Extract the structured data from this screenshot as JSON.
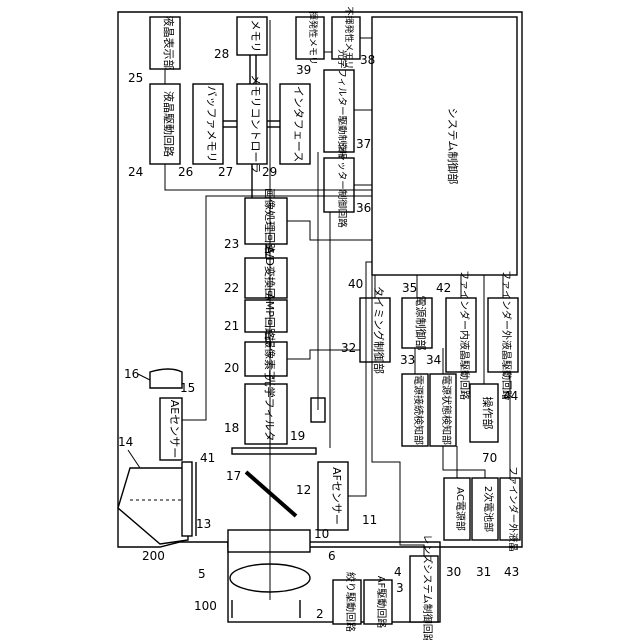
{
  "blocks": {
    "system_control": "システム制御部",
    "nonvolatile_memory": "不揮発性メモリ",
    "volatile_memory": "揮発性メモリ",
    "memory": "メモリ",
    "lcd_display": "液晶表示部",
    "lcd_drive": "液晶駆動回路",
    "buffer_memory": "バッファメモリ",
    "memory_controller": "メモリコントローラ",
    "interface": "インタフェース",
    "optical_filter_drive": "光学フィルター駆動制御回路",
    "shutter_control": "シャッター制御回路",
    "image_processing": "画像処理回路",
    "ad_converter": "A/D変換回路",
    "amp": "AMP回路",
    "image_sensor": "撮像素子",
    "optical_filter": "光学フィルター",
    "timing_control": "タイミング制御部",
    "power_control": "電源制御部",
    "power_state_detect": "電源状態検知部",
    "power_switch_detect": "電源接続検知部",
    "finder_inner_drive": "ファインダー内液晶駆動回路",
    "finder_outer_drive": "ファインダー外液晶駆動回路",
    "operation": "操作部",
    "ac_power": "AC電源部",
    "secondary_battery": "2次電池部",
    "finder_outer_lcd": "ファインダー外液晶",
    "ae_sensor": "AEセンサー",
    "af_sensor": "AFセンサー",
    "aperture_drive": "絞り駆動回路",
    "af_drive": "AF駆動回路",
    "lens_system_control": "レンズシステム制御回路"
  },
  "refs": {
    "r2": "2",
    "r3": "3",
    "r4": "4",
    "r5": "5",
    "r6": "6",
    "r10": "10",
    "r11": "11",
    "r12": "12",
    "r13": "13",
    "r14": "14",
    "r15": "15",
    "r16": "16",
    "r17": "17",
    "r18": "18",
    "r19": "19",
    "r20": "20",
    "r21": "21",
    "r22": "22",
    "r23": "23",
    "r24": "24",
    "r25": "25",
    "r26": "26",
    "r27": "27",
    "r28": "28",
    "r29": "29",
    "r30": "30",
    "r31": "31",
    "r32": "32",
    "r33": "33",
    "r34": "34",
    "r35": "35",
    "r36": "36",
    "r37": "37",
    "r38": "38",
    "r39": "39",
    "r40": "40",
    "r41": "41",
    "r42": "42",
    "r43": "43",
    "r44": "44",
    "r70": "70",
    "r100": "100",
    "r200": "200"
  }
}
